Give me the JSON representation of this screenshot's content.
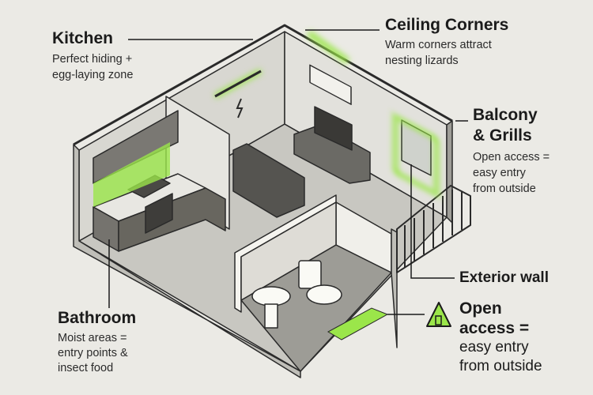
{
  "colors": {
    "background": "#ebeae5",
    "highlight": "#9be64a",
    "wall": "#d9d8d2",
    "floor": "#c9c8c2",
    "furniture": "#6d6b66",
    "outline": "#2a2a2a"
  },
  "callouts": {
    "kitchen": {
      "title": "Kitchen",
      "lines": [
        "Perfect hiding +",
        "egg-laying zone"
      ]
    },
    "ceiling": {
      "title": "Ceiling Corners",
      "lines": [
        "Warm corners attract",
        "nesting lizards"
      ]
    },
    "balcony": {
      "title_lines": [
        "Balcony",
        "& Grills"
      ],
      "lines": [
        "Open access =",
        "easy entry",
        "from outside"
      ]
    },
    "exterior": {
      "title": "Exterior wall"
    },
    "bathroom": {
      "title": "Bathroom",
      "lines": [
        "Moist areas =",
        "entry points &",
        "insect food"
      ]
    },
    "open_access": {
      "title_lines": [
        "Open",
        "access ="
      ],
      "lines": [
        "easy entry",
        "from outside"
      ],
      "icon": "warning-house-icon"
    }
  }
}
